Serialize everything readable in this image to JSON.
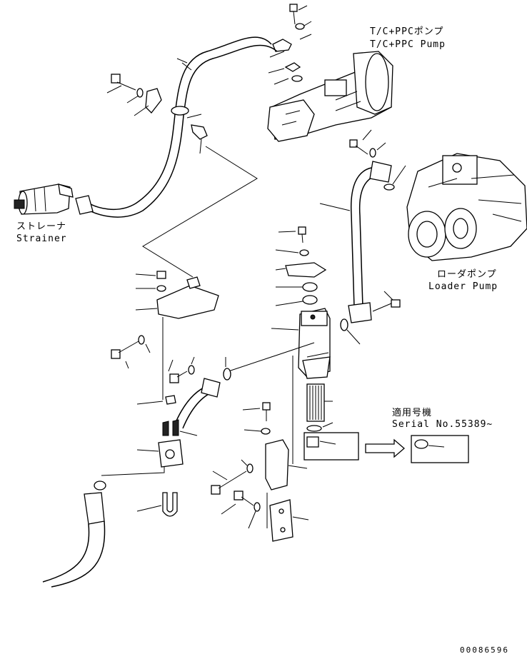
{
  "labels": {
    "tc_ppc_pump_jp": "T/C+PPCポンプ",
    "tc_ppc_pump_en": "T/C+PPC Pump",
    "strainer_jp": "ストレーナ",
    "strainer_en": "Strainer",
    "loader_pump_jp": "ローダポンプ",
    "loader_pump_en": "Loader Pump",
    "applicable_jp": "適用号機",
    "serial": "Serial No.55389~",
    "drawing_code": "00086596"
  }
}
